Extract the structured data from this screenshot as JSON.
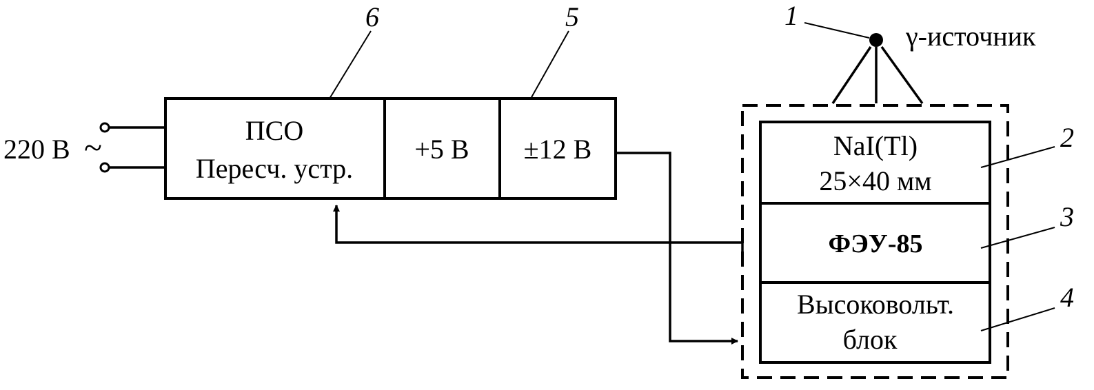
{
  "power": {
    "voltage_label": "220 В",
    "ac_symbol": "~"
  },
  "blocks": {
    "pso": {
      "line1": "ПСО",
      "line2": "Пересч. устр."
    },
    "psu5": {
      "label": "+5 В"
    },
    "psu12": {
      "label": "±12 В"
    }
  },
  "detector": {
    "crystal": {
      "line1": "NaI(Tl)",
      "line2": "25×40 мм"
    },
    "pmt": {
      "label": "ФЭУ-85"
    },
    "hv": {
      "line1": "Высоковольт.",
      "line2": "блок"
    }
  },
  "source": {
    "label": "γ-источник"
  },
  "callouts": {
    "n1": "1",
    "n2": "2",
    "n3": "3",
    "n4": "4",
    "n5": "5",
    "n6": "6"
  }
}
